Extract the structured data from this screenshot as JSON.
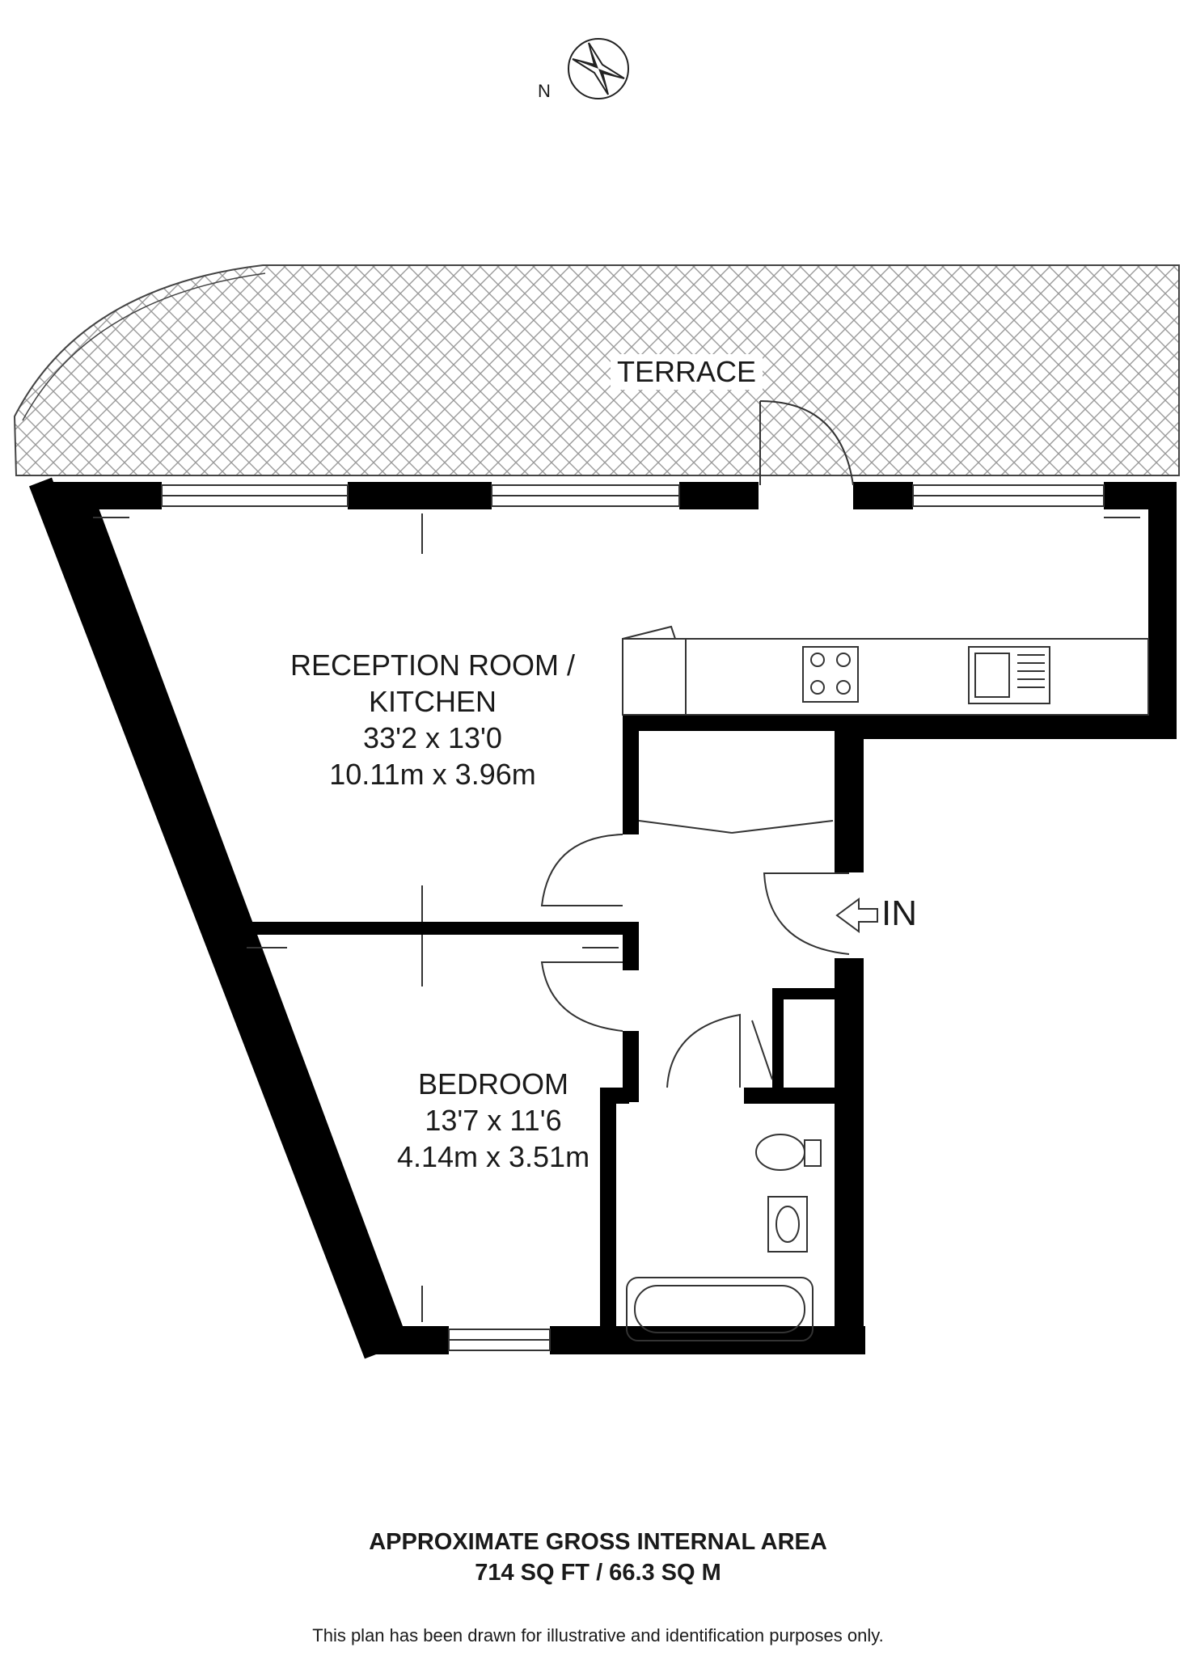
{
  "compass": {
    "north_label": "N"
  },
  "rooms": {
    "terrace": {
      "name": "TERRACE"
    },
    "reception": {
      "name_line1": "RECEPTION ROOM /",
      "name_line2": "KITCHEN",
      "dim_imperial": "33'2 x 13'0",
      "dim_metric": "10.11m x 3.96m"
    },
    "bedroom": {
      "name": "BEDROOM",
      "dim_imperial": "13'7 x 11'6",
      "dim_metric": "4.14m x 3.51m"
    }
  },
  "entrance": {
    "label": "IN"
  },
  "area": {
    "title": "APPROXIMATE GROSS INTERNAL AREA",
    "value": "714 SQ FT / 66.3 SQ M"
  },
  "disclaimer": "This plan has been drawn for illustrative and identification purposes only.",
  "colors": {
    "wall": "#000000",
    "hatch": "#9a9a9a",
    "line": "#333333"
  }
}
